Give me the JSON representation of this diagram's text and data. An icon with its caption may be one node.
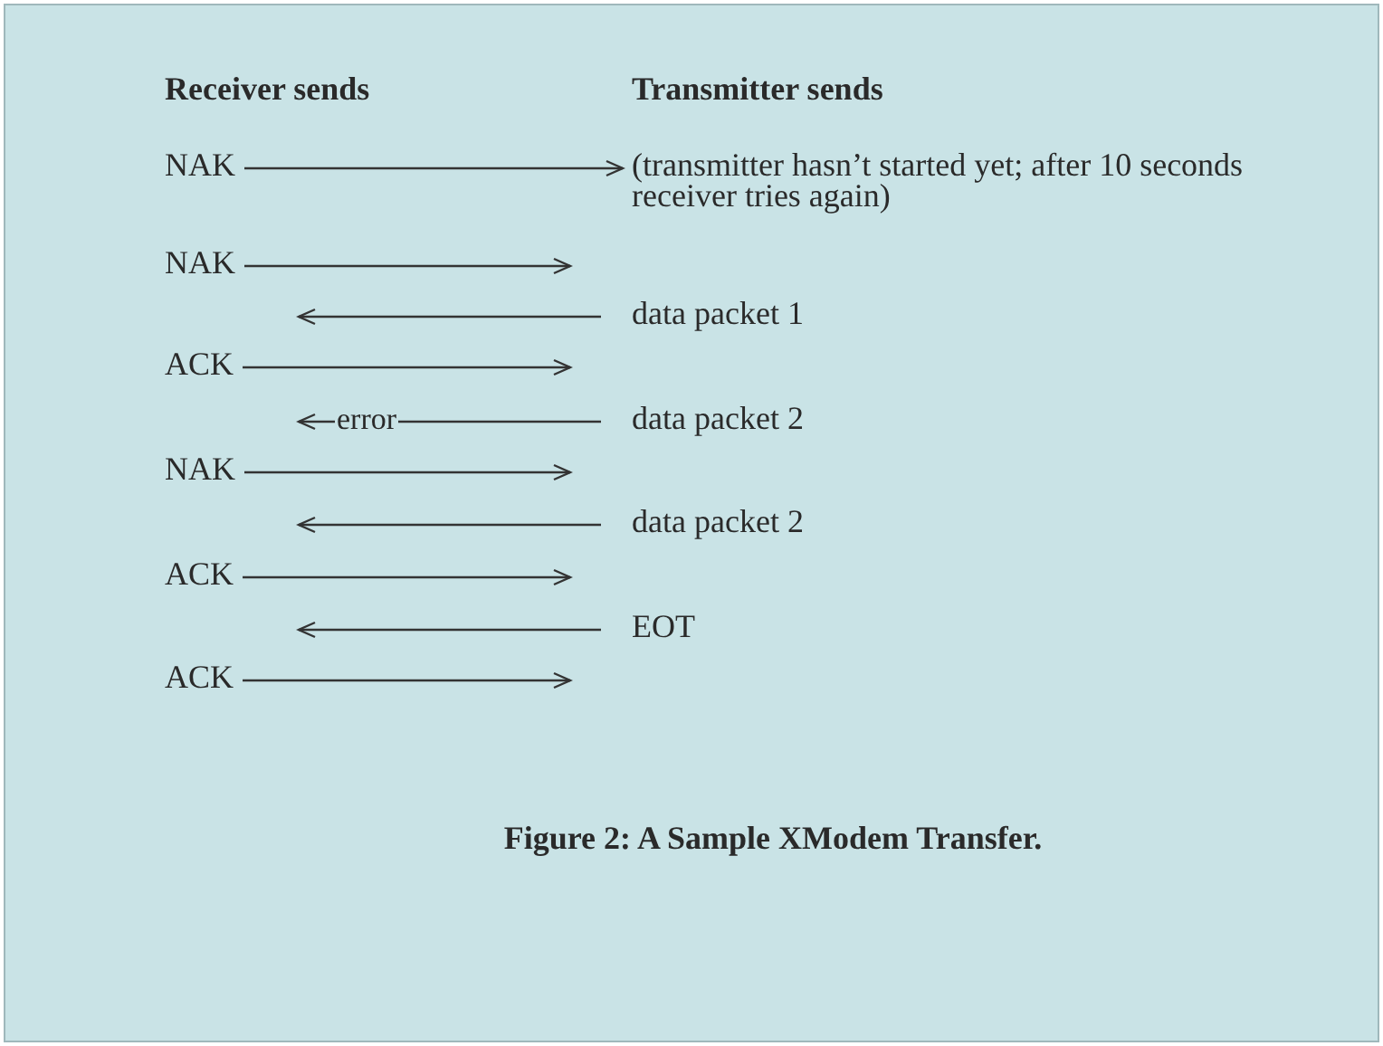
{
  "diagram": {
    "caption": "Figure 2: A Sample XModem Transfer.",
    "nodes": [
      {
        "text": [
          "NAK"
        ]
      },
      {
        "text": [
          "(transmitter hasn’t started yet; after 10 seconds receiver tries again)"
        ]
      },
      {
        "text": [
          "NAK"
        ]
      },
      {
        "text": [
          "data packet 1"
        ]
      },
      {
        "text": [
          "ACK"
        ]
      },
      {
        "text": [
          "data packet 2"
        ]
      },
      {
        "text": [
          "NAK"
        ]
      },
      {
        "text": [
          "data packet 2"
        ]
      },
      {
        "text": [
          "ACK"
        ]
      },
      {
        "text": [
          "EOT"
        ]
      },
      {
        "text": [
          "ACK"
        ]
      }
    ],
    "edges": [
      {
        "from": 0,
        "to": 1,
        "arrow": "to"
      },
      {
        "from": 2,
        "to": null,
        "arrow": "to"
      },
      {
        "from": 3,
        "to": null,
        "arrow": "to"
      },
      {
        "from": 4,
        "to": null,
        "arrow": "to"
      },
      {
        "from": 5,
        "to": null,
        "arrow": "to",
        "label": "error"
      },
      {
        "from": 6,
        "to": null,
        "arrow": "to"
      },
      {
        "from": 7,
        "to": null,
        "arrow": "to"
      },
      {
        "from": 8,
        "to": null,
        "arrow": "to"
      },
      {
        "from": 9,
        "to": null,
        "arrow": "to"
      },
      {
        "from": 10,
        "to": null,
        "arrow": "to"
      }
    ],
    "labels": [
      "Receiver sends",
      "Transmitter sends"
    ]
  }
}
